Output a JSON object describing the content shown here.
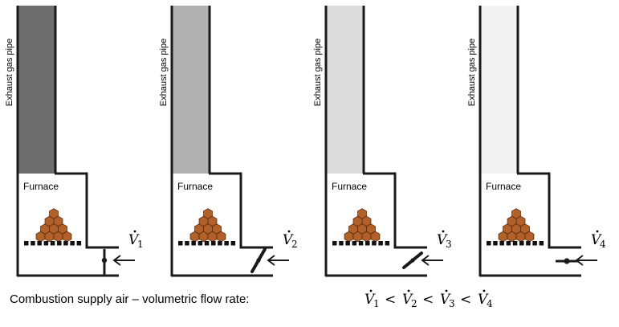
{
  "colors": {
    "wall": "#1a1a1a",
    "smoke": [
      "#6d6d6d",
      "#b1b1b1",
      "#dcdcdc",
      "#f3f3f3"
    ],
    "wood_fill": "#b2612b",
    "wood_stroke": "#5a2a0c",
    "grate": "#111111"
  },
  "units": [
    {
      "pipe_label": "Exhaust gas pipe",
      "furnace_label": "Furnace",
      "flow_symbol": "V",
      "flow_subscript": "1",
      "damper": "open",
      "smoke": "dark"
    },
    {
      "pipe_label": "Exhaust gas pipe",
      "furnace_label": "Furnace",
      "flow_symbol": "V",
      "flow_subscript": "2",
      "damper": "partly-open",
      "smoke": "medium"
    },
    {
      "pipe_label": "Exhaust gas pipe",
      "furnace_label": "Furnace",
      "flow_symbol": "V",
      "flow_subscript": "3",
      "damper": "more-open",
      "smoke": "light"
    },
    {
      "pipe_label": "Exhaust gas pipe",
      "furnace_label": "Furnace",
      "flow_symbol": "V",
      "flow_subscript": "4",
      "damper": "closed",
      "smoke": "very-light"
    }
  ],
  "caption": {
    "text": "Combustion supply air – volumetric flow rate:",
    "inequality": [
      {
        "symbol": "V",
        "subscript": "1"
      },
      {
        "op": "<"
      },
      {
        "symbol": "V",
        "subscript": "2"
      },
      {
        "op": "<"
      },
      {
        "symbol": "V",
        "subscript": "3"
      },
      {
        "op": "<"
      },
      {
        "symbol": "V",
        "subscript": "4"
      }
    ]
  }
}
